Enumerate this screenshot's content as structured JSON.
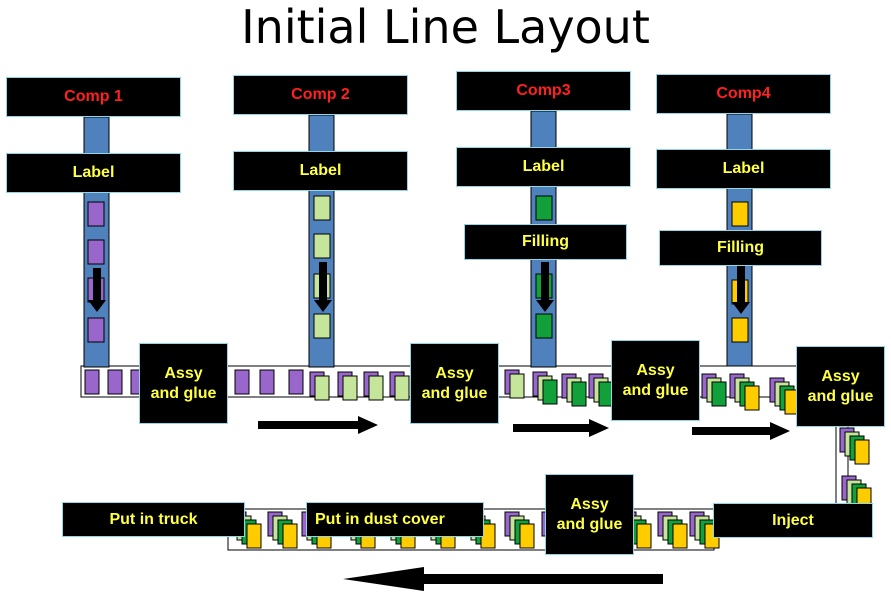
{
  "title": "Initial Line Layout",
  "colors": {
    "conveyor": "#4f81bd",
    "purple": "#9966cc",
    "light_green": "#c4e59a",
    "green": "#11a03a",
    "yellow": "#ffcc00",
    "comp_text": "#ff2020",
    "station_text": "#ffff44",
    "box_fill": "#000000",
    "box_border": "#8fd7e6"
  },
  "components": [
    {
      "name": "Comp 1",
      "label": "Label"
    },
    {
      "name": "Comp 2",
      "label": "Label"
    },
    {
      "name": "Comp3",
      "label": "Label",
      "filling": "Filling"
    },
    {
      "name": "Comp4",
      "label": "Label",
      "filling": "Filling"
    }
  ],
  "assembly_stations": [
    "Assy\nand glue",
    "Assy\nand glue",
    "Assy\nand glue",
    "Assy\nand glue",
    "Assy\nand glue"
  ],
  "bottom_stations": {
    "inject": "Inject",
    "dust_cover": "Put in dust cover",
    "truck": "Put in truck"
  },
  "icons": {
    "flow_arrow": "right-arrow-icon",
    "return_arrow": "left-arrow-icon",
    "feed_arrow": "down-arrow-icon"
  }
}
